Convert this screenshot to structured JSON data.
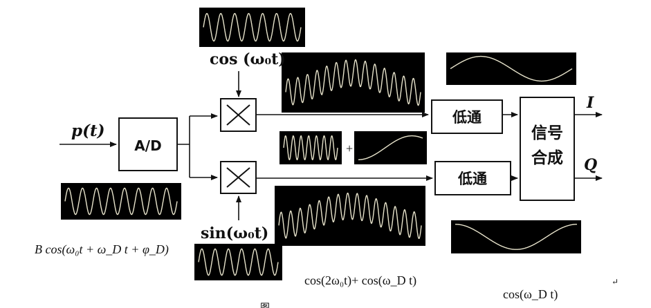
{
  "diagram": {
    "input_label": "p(t)",
    "ad_label": "A/D",
    "cos_ref_label": "cos (ω₀t)",
    "sin_ref_label": "sin(ω₀t)",
    "lowpass_top_label": "低通",
    "lowpass_bottom_label": "低通",
    "synth_label_line1": "信号",
    "synth_label_line2": "合成",
    "output_i_label": "I",
    "output_q_label": "Q",
    "plus_sign": "+",
    "input_expression": "B cos(ω₀t + ω_D t + φ_D)",
    "mixer_output_expression": "cos(2ω₀t)+ cos(ω_D t)",
    "baseband_expression": "cos(ω_D t)",
    "caption_fragment": "图",
    "paragraph_mark": "↵"
  },
  "colors": {
    "ink": "#111111",
    "scope_bg": "#000000",
    "trace": "#e8e4cc"
  }
}
